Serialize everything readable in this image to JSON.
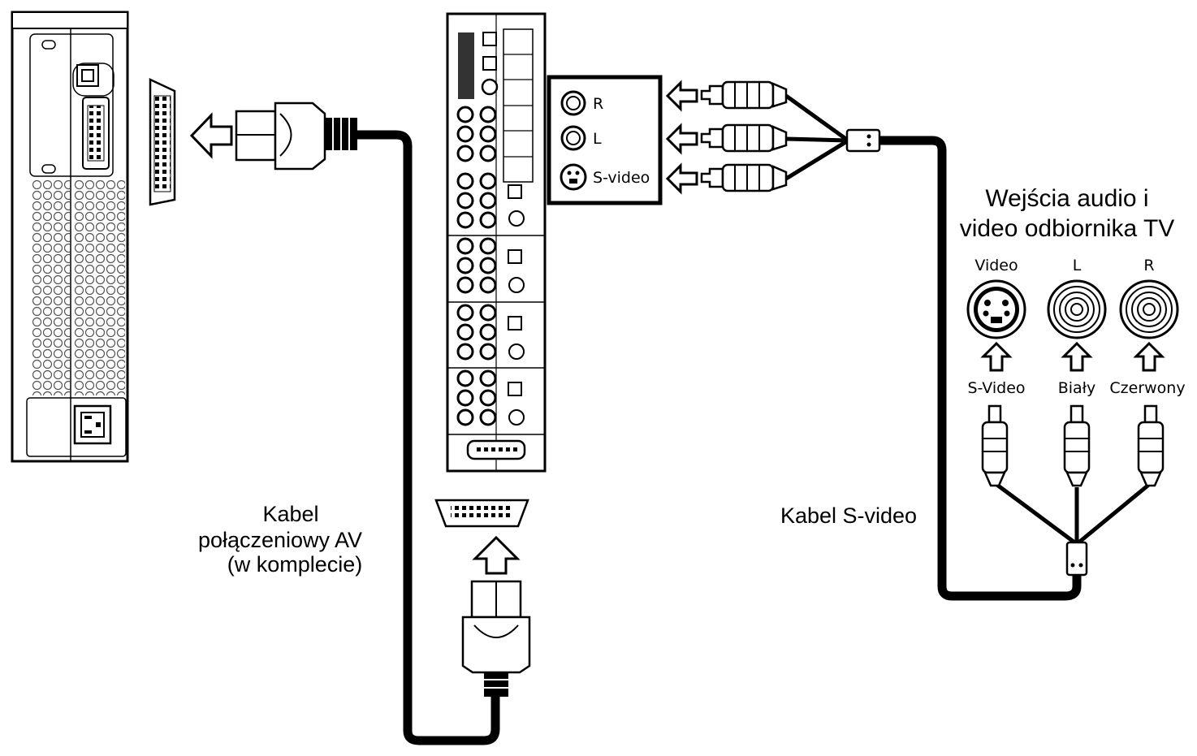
{
  "panel_inputs": {
    "right": "R",
    "left": "L",
    "svideo": "S-video"
  },
  "tv_inputs": {
    "heading_line1": "Wejścia audio i",
    "heading_line2": "video odbiornika TV",
    "jacks": [
      {
        "top_label": "Video",
        "bottom_label": "S-Video"
      },
      {
        "top_label": "L",
        "bottom_label": "Biały"
      },
      {
        "top_label": "R",
        "bottom_label": "Czerwony"
      }
    ]
  },
  "labels": {
    "svideo_cable": "Kabel S-video",
    "av_cable_line1": "Kabel",
    "av_cable_line2": "połączeniowy AV",
    "av_cable_line3": "(w komplecie)"
  },
  "colors": {
    "line": "#000000",
    "background": "#ffffff",
    "vent": "#555555"
  }
}
